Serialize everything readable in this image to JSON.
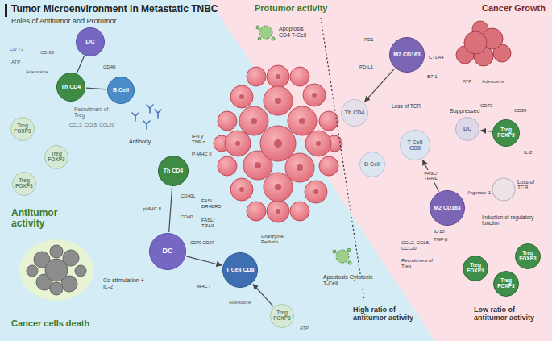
{
  "diagram": {
    "title": "Tumor Microenvironment in Metastatic TNBC",
    "nodes": [
      {
        "text": [
          "DC"
        ]
      },
      {
        "text": [
          "Th CD4"
        ]
      },
      {
        "text": [
          "B Cell"
        ]
      },
      {
        "text": [
          "Treg FOXP3"
        ]
      },
      {
        "text": [
          "Treg FOXP3"
        ]
      },
      {
        "text": [
          "Treg FOXP3"
        ]
      },
      {
        "text": [
          "Th CD4"
        ]
      },
      {
        "text": [
          "DC"
        ]
      },
      {
        "text": [
          "T Cell CD8"
        ]
      },
      {
        "text": [
          "Treg FOXP3"
        ]
      },
      {
        "text": [
          "M2 CD163"
        ]
      },
      {
        "text": [
          "Th CD4"
        ]
      },
      {
        "text": [
          "B Cell"
        ]
      },
      {
        "text": [
          "T Cell CD8"
        ]
      },
      {
        "text": [
          "DC"
        ]
      },
      {
        "text": [
          "Treg FOXP3"
        ]
      },
      {
        "text": [
          "M2 CD163"
        ]
      },
      {
        "text": [
          "Treg FOXP3"
        ]
      },
      {
        "text": [
          "Treg FOXP3"
        ]
      },
      {
        "text": [
          "Treg FOXP3"
        ]
      }
    ],
    "edges": [
      {
        "from": 0,
        "to": 1,
        "arrow": "none"
      },
      {
        "from": 1,
        "to": 2,
        "arrow": "none"
      },
      {
        "from": 6,
        "to": 7,
        "arrow": "none"
      },
      {
        "from": 7,
        "to": 8,
        "arrow": "to"
      },
      {
        "from": 9,
        "to": 8,
        "arrow": "to"
      },
      {
        "from": 10,
        "to": 11,
        "arrow": "to"
      },
      {
        "from": 16,
        "to": 13,
        "label": "FASL/ TRAIL",
        "arrow": "to"
      },
      {
        "from": 15,
        "to": 14,
        "arrow": "to"
      }
    ],
    "labels": [
      "Roles of Antitumor and Protumor",
      "Antitumor activity",
      "Cancer cells death",
      "Protumor activity",
      "Cancer Growth",
      "High ratio of antitumor activity",
      "Low ratio of antitumor activity",
      "Apoptosis CD4 T-Cell",
      "Apoptosis Cytotoxic T-Cell",
      "Antibody",
      "Recruitment of Treg",
      "CCL3, CCL5, CCL20",
      "CD 73",
      "CD 39",
      "ATP",
      "Adenosine",
      "CD40",
      "IFN γ TNF α",
      "P-MHC II",
      "CD40L",
      "CD40",
      "pMHC II",
      "FAS/ DR4DR5",
      "FASL/ TRAIL",
      "Granzyme/ Perforin",
      "Co-stimulation + IL-2",
      "MHC I",
      "CD70 CD27",
      "Adenosine",
      "ATP",
      "PD1",
      "PD-L1",
      "CTLA4",
      "B7-1",
      "Loss of TCR",
      "Suppressed",
      "ATP",
      "Adenosine",
      "CD73",
      "CD39",
      "IL-2",
      "IL-10",
      "TGF-β",
      "Arginase-1",
      "Loss of TCR",
      "Induction of regulatory function",
      "CCL2, CCL5, CCL20",
      "Recruitment of Treg"
    ]
  }
}
